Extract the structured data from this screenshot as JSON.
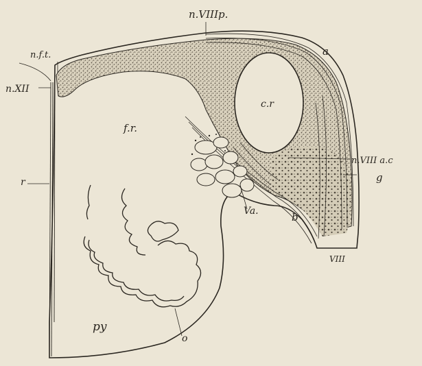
{
  "labels": {
    "n_viii_p": "n.VIIIp.",
    "a": "a",
    "n_f_t": "n.f.t.",
    "n_xii": "n.XII",
    "c_r": "c.r",
    "f_r": "f.r.",
    "n_viii_a": "n.VIII a.c",
    "g": "g",
    "r": "r",
    "va": "Va.",
    "b": "b",
    "viii": "VIII",
    "py": "py",
    "o": "o"
  },
  "colors": {
    "paper": "#ece6d6",
    "ink": "#2a2620",
    "stipple": "#5a5246"
  }
}
